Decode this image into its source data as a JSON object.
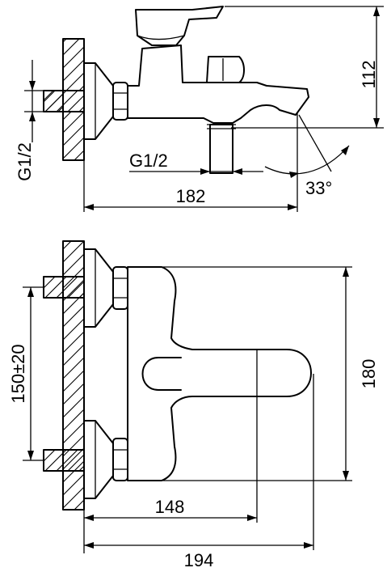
{
  "dimensions": {
    "top_height": "112",
    "top_width": "182",
    "spout_angle": "33°",
    "inlet_thread_side": "G1/2",
    "outlet_thread": "G1/2",
    "bottom_height": "180",
    "mount_distance": "150±20",
    "bottom_inner_width": "148",
    "bottom_total_width": "194"
  },
  "colors": {
    "line": "#000000",
    "background": "#ffffff"
  }
}
